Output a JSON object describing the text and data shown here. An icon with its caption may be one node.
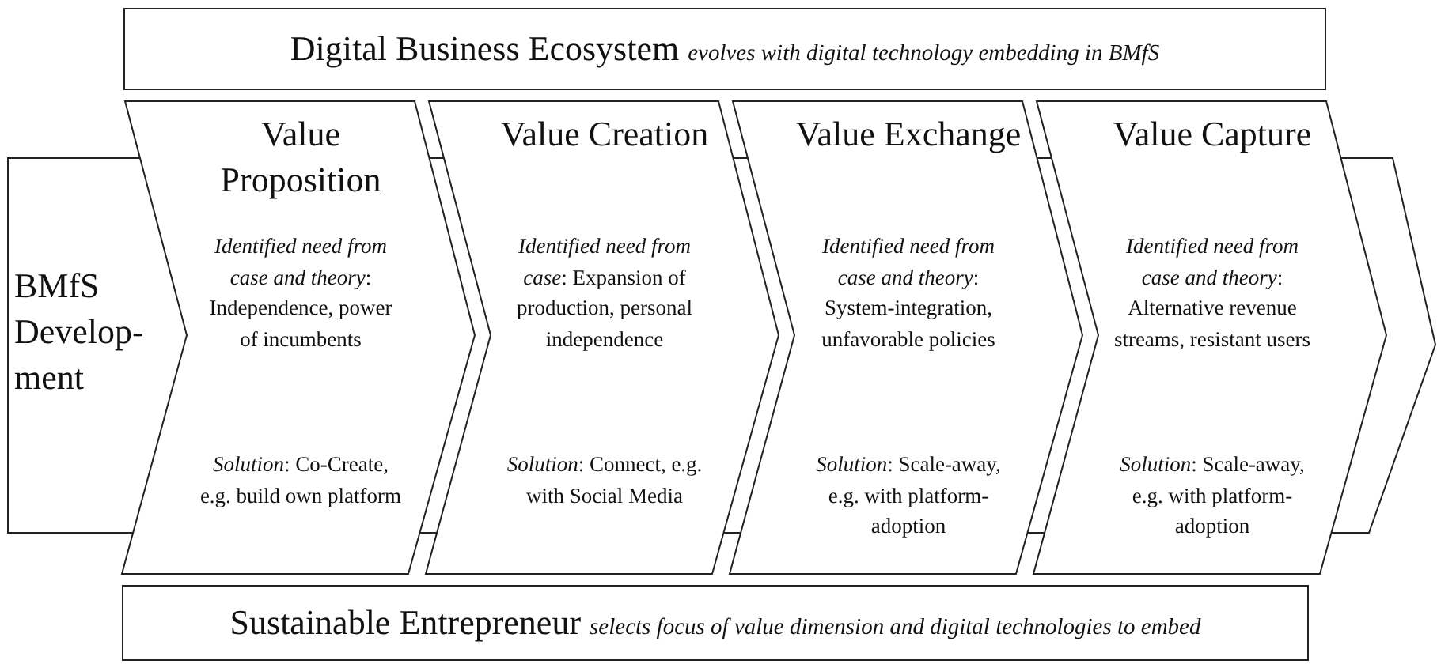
{
  "diagram": {
    "nodes": [
      {
        "text": [
          "Digital Business Ecosystem *evolves with digital technology embedding in BMfS*"
        ]
      },
      {
        "text": [
          "BMfS Develop-ment"
        ]
      },
      {
        "text": [
          "Value Proposition",
          "*Identified need from case and theory*: Independence, power of incumbents",
          "*Solution*: Co-Create, e.g. build own platform"
        ]
      },
      {
        "text": [
          "Value Creation",
          "*Identified need from case*: Expansion of production, personal independence",
          "*Solution*: Connect, e.g. with Social Media"
        ]
      },
      {
        "text": [
          "Value Exchange",
          "*Identified need from case and theory*: System-integration, unfavorable policies",
          "*Solution*: Scale-away, e.g. with platform-adoption"
        ]
      },
      {
        "text": [
          "Value Capture",
          "*Identified need from case and theory*: Alternative revenue streams, resistant users",
          "*Solution*: Scale-away, e.g. with platform-adoption"
        ]
      },
      {
        "text": [
          "Sustainable Entrepreneur *selects focus of value dimension and digital technologies to embed*"
        ]
      }
    ]
  }
}
